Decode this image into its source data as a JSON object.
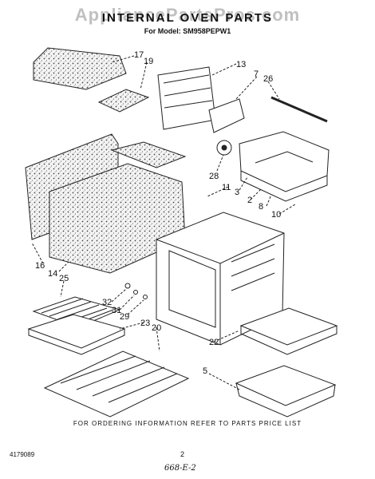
{
  "header": {
    "watermark": "AppliancePartsPros.com",
    "title": "INTERNAL OVEN PARTS",
    "model": "For Model: SM958PEPW1"
  },
  "parts": [
    {
      "id": "part-17",
      "label": "17"
    },
    {
      "id": "part-19",
      "label": "19"
    },
    {
      "id": "part-13",
      "label": "13"
    },
    {
      "id": "part-7",
      "label": "7"
    },
    {
      "id": "part-26",
      "label": "26"
    },
    {
      "id": "part-28",
      "label": "28"
    },
    {
      "id": "part-3",
      "label": "3"
    },
    {
      "id": "part-11",
      "label": "11"
    },
    {
      "id": "part-2",
      "label": "2"
    },
    {
      "id": "part-8",
      "label": "8"
    },
    {
      "id": "part-10",
      "label": "10"
    },
    {
      "id": "part-16",
      "label": "16"
    },
    {
      "id": "part-14",
      "label": "14"
    },
    {
      "id": "part-25",
      "label": "25"
    },
    {
      "id": "part-32",
      "label": "32"
    },
    {
      "id": "part-31",
      "label": "31"
    },
    {
      "id": "part-29",
      "label": "29"
    },
    {
      "id": "part-23",
      "label": "23"
    },
    {
      "id": "part-20",
      "label": "20"
    },
    {
      "id": "part-22",
      "label": "22"
    },
    {
      "id": "part-5",
      "label": "5"
    }
  ],
  "footer": {
    "ordering_note": "FOR ORDERING INFORMATION REFER TO PARTS PRICE LIST",
    "doc_number": "4179089",
    "page_number": "2",
    "handwritten": "668-E-2"
  }
}
